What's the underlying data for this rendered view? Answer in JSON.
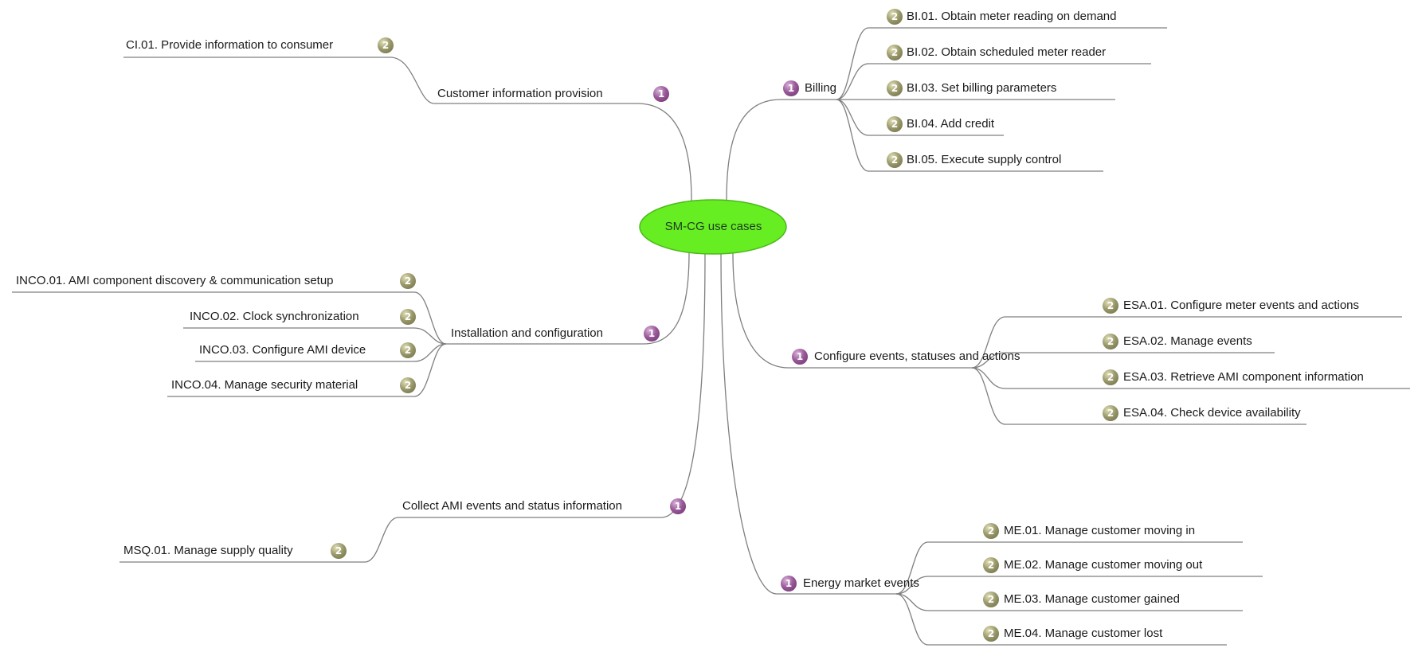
{
  "center": {
    "label": "SM-CG use cases"
  },
  "colors": {
    "center_fill": "#66ee22",
    "line": "#7f7f7f",
    "badge_level1": "#8a4a8a",
    "badge_level2": "#8a8a5c"
  },
  "branches": [
    {
      "label": "Customer information provision",
      "priority": "1",
      "children": [
        {
          "label": "CI.01. Provide information to consumer",
          "priority": "2"
        }
      ]
    },
    {
      "label": "Billing",
      "priority": "1",
      "children": [
        {
          "label": "BI.01. Obtain meter reading on demand",
          "priority": "2"
        },
        {
          "label": "BI.02. Obtain scheduled meter reader",
          "priority": "2"
        },
        {
          "label": "BI.03. Set billing parameters",
          "priority": "2"
        },
        {
          "label": "BI.04. Add credit",
          "priority": "2"
        },
        {
          "label": "BI.05. Execute supply control",
          "priority": "2"
        }
      ]
    },
    {
      "label": "Installation and configuration",
      "priority": "1",
      "children": [
        {
          "label": "INCO.01. AMI component discovery & communication setup",
          "priority": "2"
        },
        {
          "label": "INCO.02. Clock synchronization",
          "priority": "2"
        },
        {
          "label": "INCO.03. Configure AMI device",
          "priority": "2"
        },
        {
          "label": "INCO.04. Manage security material",
          "priority": "2"
        }
      ]
    },
    {
      "label": "Configure events, statuses and actions",
      "priority": "1",
      "children": [
        {
          "label": "ESA.01. Configure meter events and actions",
          "priority": "2"
        },
        {
          "label": "ESA.02. Manage events",
          "priority": "2"
        },
        {
          "label": "ESA.03. Retrieve AMI component information",
          "priority": "2"
        },
        {
          "label": "ESA.04. Check device availability",
          "priority": "2"
        }
      ]
    },
    {
      "label": "Collect AMI events and status information",
      "priority": "1",
      "children": [
        {
          "label": "MSQ.01. Manage supply quality",
          "priority": "2"
        }
      ]
    },
    {
      "label": "Energy market events",
      "priority": "1",
      "children": [
        {
          "label": "ME.01. Manage customer moving in",
          "priority": "2"
        },
        {
          "label": "ME.02. Manage customer moving out",
          "priority": "2"
        },
        {
          "label": "ME.03. Manage customer gained",
          "priority": "2"
        },
        {
          "label": "ME.04. Manage customer lost",
          "priority": "2"
        }
      ]
    }
  ]
}
